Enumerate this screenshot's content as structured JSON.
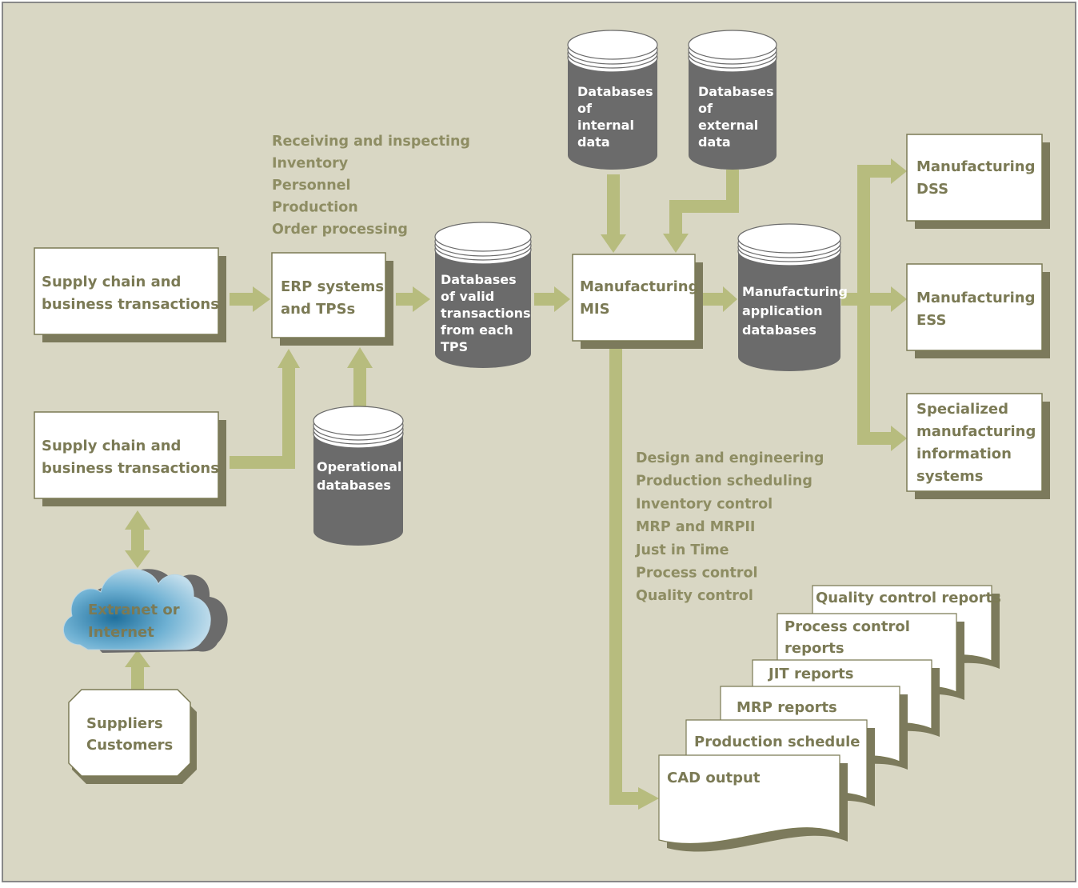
{
  "sources": {
    "supply_chain_top": [
      "Supply chain and",
      "business transactions"
    ],
    "supply_chain_bottom": [
      "Supply chain and",
      "business transactions"
    ],
    "extranet": [
      "Extranet or",
      "Internet"
    ],
    "suppliers_customers": [
      "Suppliers",
      "Customers"
    ]
  },
  "erp": {
    "box": [
      "ERP systems",
      "and TPSs"
    ],
    "functions": [
      "Receiving and inspecting",
      "Inventory",
      "Personnel",
      "Production",
      "Order processing"
    ]
  },
  "databases": {
    "operational": [
      "Operational",
      "databases"
    ],
    "valid_transactions": [
      "Databases",
      "of valid",
      "transactions",
      "from each",
      "TPS"
    ],
    "internal": [
      "Databases",
      "of",
      "internal",
      "data"
    ],
    "external": [
      "Databases",
      "of",
      "external",
      "data"
    ],
    "application": [
      "Manufacturing",
      "application",
      "databases"
    ]
  },
  "mis": {
    "box": [
      "Manufacturing",
      "MIS"
    ],
    "functions": [
      "Design and engineering",
      "Production scheduling",
      "Inventory control",
      "MRP and MRPII",
      "Just in Time",
      "Process control",
      "Quality control"
    ]
  },
  "outputs": {
    "dss": [
      "Manufacturing",
      "DSS"
    ],
    "ess": [
      "Manufacturing",
      "ESS"
    ],
    "specialized": [
      "Specialized",
      "manufacturing",
      "information",
      "systems"
    ]
  },
  "reports": [
    [
      "Quality control reports"
    ],
    [
      "Process control",
      "reports"
    ],
    [
      "JIT reports"
    ],
    [
      "MRP reports"
    ],
    [
      "Production schedule"
    ],
    [
      "CAD output"
    ]
  ],
  "colors": {
    "background": "#d9d7c4",
    "arrow": "#b7bc7e",
    "box_text": "#7b7a55",
    "box_shadow": "#7c7a5c",
    "database": "#6b6b6b",
    "border": "#888888"
  }
}
